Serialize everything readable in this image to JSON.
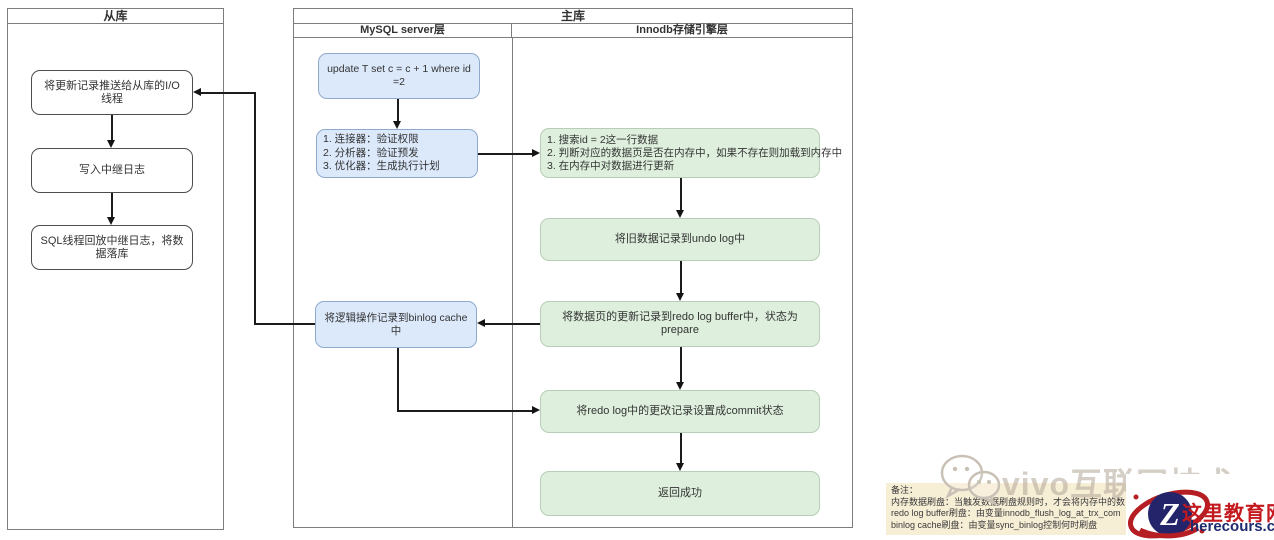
{
  "slave_panel": {
    "title": "从库",
    "nodes": [
      {
        "label": "将更新记录推送给从库的I/O线程"
      },
      {
        "label": "写入中继日志"
      },
      {
        "label": "SQL线程回放中继日志，将数据落库"
      }
    ]
  },
  "master_panel": {
    "title": "主库",
    "columns": [
      {
        "label": "MySQL server层"
      },
      {
        "label": "Innodb存储引擎层"
      }
    ],
    "mysql_nodes": [
      {
        "label": "update T set c = c + 1 where id =2"
      },
      {
        "lines": [
          "1. 连接器：验证权限",
          "2. 分析器：验证预发",
          "3. 优化器：生成执行计划"
        ]
      },
      {
        "label": "将逻辑操作记录到binlog cache中"
      }
    ],
    "innodb_nodes": [
      {
        "lines": [
          "1. 搜索id = 2这一行数据",
          "2. 判断对应的数据页是否在内存中，如果不存在则加载到内存中",
          "3. 在内存中对数据进行更新"
        ]
      },
      {
        "label": "将旧数据记录到undo log中"
      },
      {
        "label": "将数据页的更新记录到redo log buffer中，状态为prepare"
      },
      {
        "label": "将redo log中的更改记录设置成commit状态"
      },
      {
        "label": "返回成功"
      }
    ]
  },
  "notes": {
    "lines": [
      "备注：",
      "内存数据刷盘：当触发数据刷盘规则时，才会将内存中的数",
      "redo log buffer刷盘：由变量innodb_flush_log_at_trx_com",
      "binlog cache刷盘：由变量sync_binlog控制何时刷盘"
    ]
  },
  "watermark": {
    "text": "vivo互联网技术"
  },
  "logo": {
    "letter": "Z",
    "title": "这里教育网",
    "domain": "herecours.com"
  },
  "colors": {
    "node_blue_fill": "#dce9fb",
    "node_blue_border": "#8fa9cc",
    "node_green_fill": "#def0dd",
    "node_green_border": "#b7cdb7",
    "notes_background": "#f7eed6",
    "logo_red": "#c41a1f",
    "logo_navy": "#24246a",
    "watermark_gray": "#b0a698"
  }
}
